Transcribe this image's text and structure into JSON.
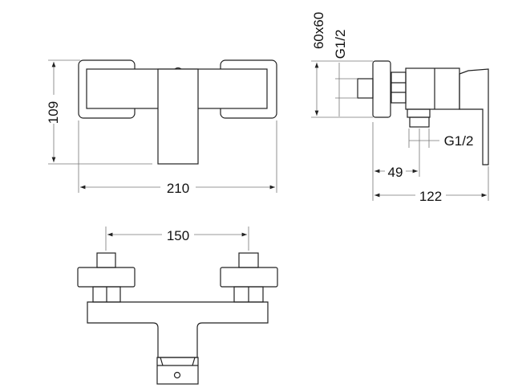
{
  "title": "Shower mixer technical drawing",
  "front_view": {
    "height_label": "109",
    "width_label": "210"
  },
  "side_view": {
    "rosette_label": "60x60",
    "inlet_thread_label": "G1/2",
    "outlet_thread_label": "G1/2",
    "depth_label": "49",
    "total_depth_label": "122"
  },
  "bottom_view": {
    "center_distance_label": "150"
  },
  "colors": {
    "line": "#222222",
    "dimension": "#777777"
  }
}
